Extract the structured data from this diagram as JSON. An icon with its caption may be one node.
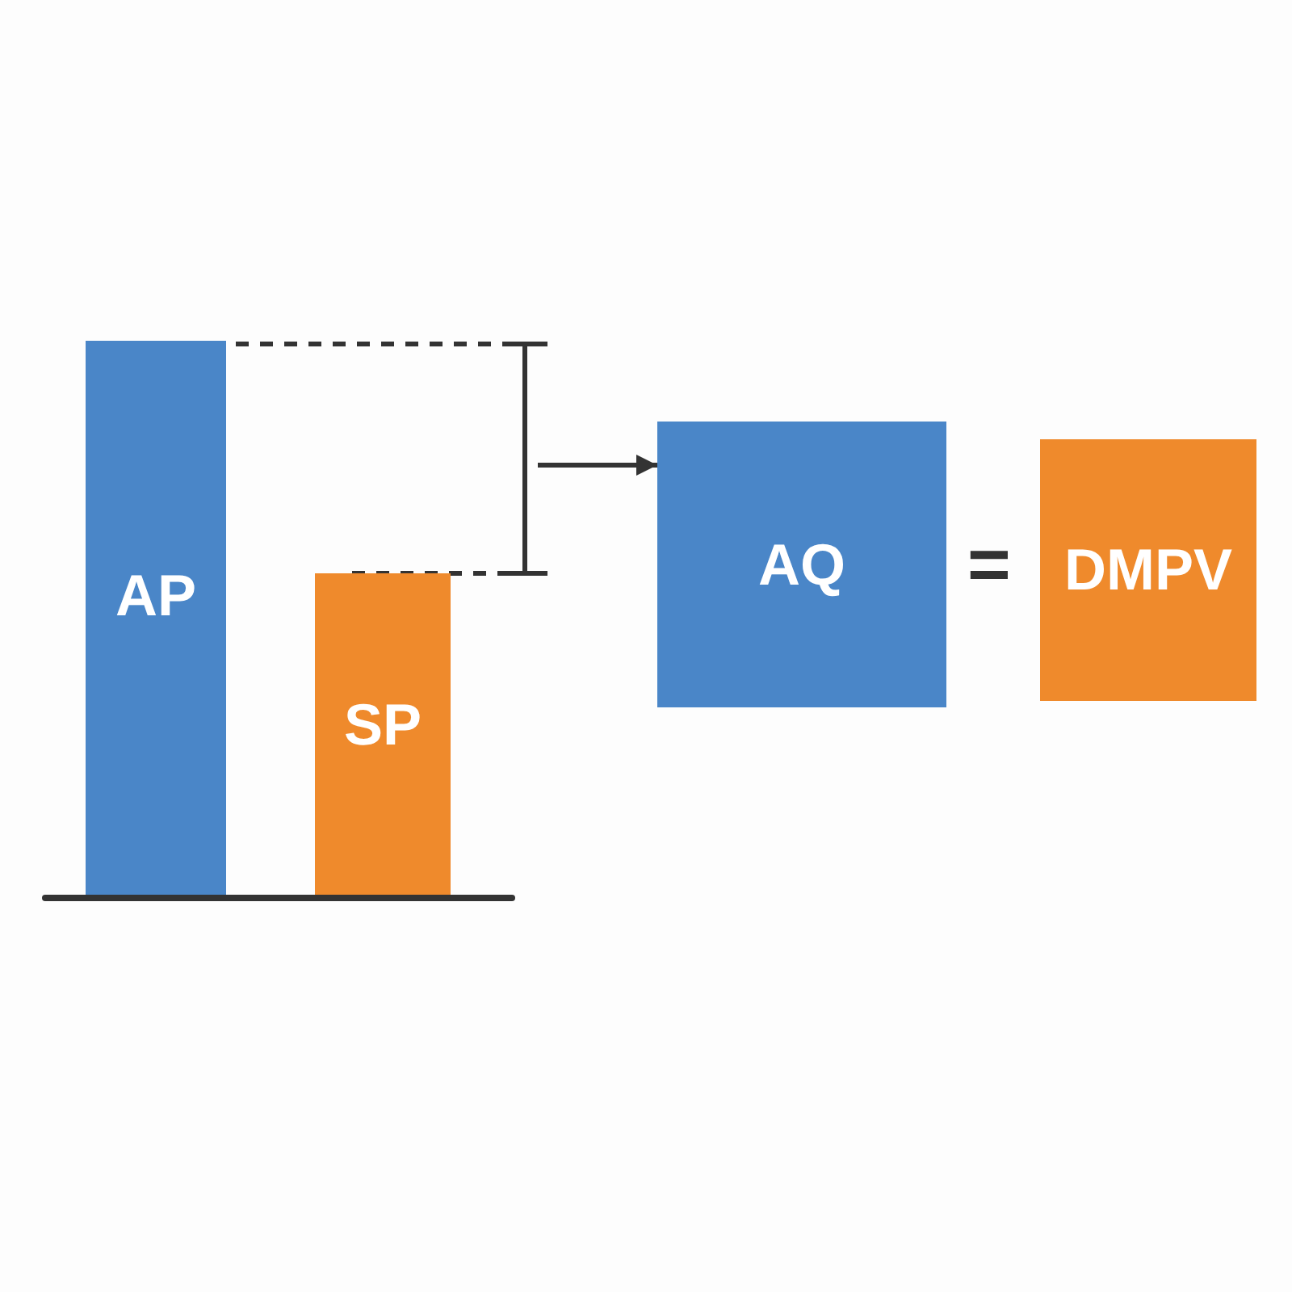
{
  "diagram": {
    "nodes": [
      {
        "text": [
          "AP"
        ]
      },
      {
        "text": [
          "SP"
        ]
      },
      {
        "text": [
          "AQ"
        ]
      },
      {
        "text": [
          "DMPV"
        ]
      }
    ],
    "edges": [
      {
        "from": null,
        "to": 2,
        "arrow": "to"
      }
    ],
    "labels": [
      "="
    ]
  }
}
